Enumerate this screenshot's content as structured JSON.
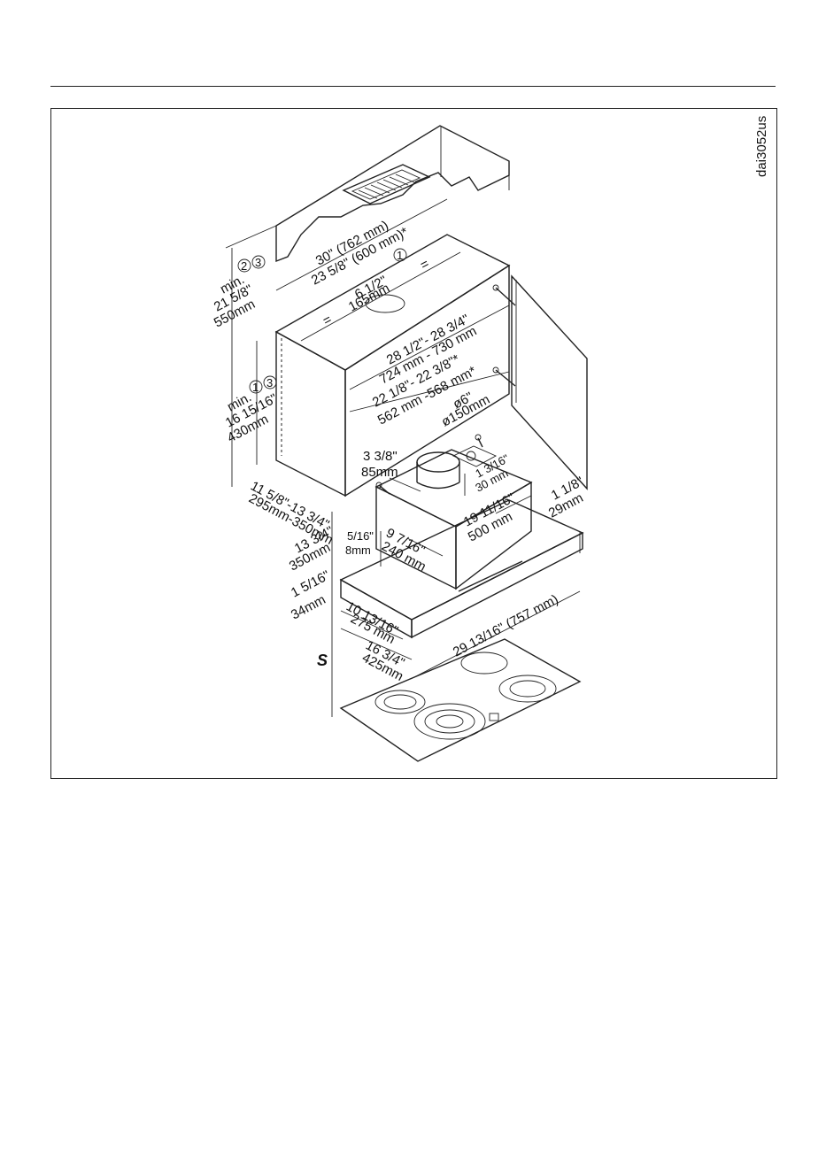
{
  "figure": {
    "code": "dai3052us",
    "labels": {
      "width_total": "30\" (762 mm)",
      "width_inner": "23 5/8\" (600 mm)*",
      "offset": "6 1/2\"",
      "offset_mm": "165mm",
      "equal_left": "=",
      "equal_right": "=",
      "min_top_a": "min.",
      "min_top_b": "21 5/8\"",
      "min_top_c": "550mm",
      "min_side_a": "min.",
      "min_side_b": "16 15/16\"",
      "min_side_c": "430mm",
      "cab_range_a": "28 1/2\"- 28 3/4\"",
      "cab_range_b": "724 mm - 730 mm",
      "cab_inner_a": "22 1/8\"- 22 3/8\"*",
      "cab_inner_b": "562 mm -568 mm*",
      "depth_a": "11 5/8\"-13 3/4\"",
      "depth_b": "295mm-350mm",
      "duct_a": "ø6\"",
      "duct_b": "ø150mm",
      "duct_off_a": "3 3/8\"",
      "duct_off_b": "85mm",
      "plug_a": "1 3/16\"",
      "plug_b": "30 mm",
      "body_w_a": "19 11/16\"",
      "body_w_b": "500 mm",
      "body_d_a": "9 7/16\"",
      "body_d_b": "240 mm",
      "gap_a": "5/16\"",
      "gap_b": "8mm",
      "height_a": "13 3/4\"",
      "height_b": "350mm",
      "thick_a": "1 1/8\"",
      "thick_b": "29mm",
      "front_a": "1 5/16\"",
      "front_b": "34mm",
      "panel_a": "10 13/16\"",
      "panel_b": "275 mm",
      "hood_depth_a": "16 3/4\"",
      "hood_depth_b": "425mm",
      "hood_width": "29 13/16\" (757 mm)",
      "s_label": "S",
      "callout_1": "1",
      "callout_2": "2",
      "callout_3": "3"
    }
  }
}
